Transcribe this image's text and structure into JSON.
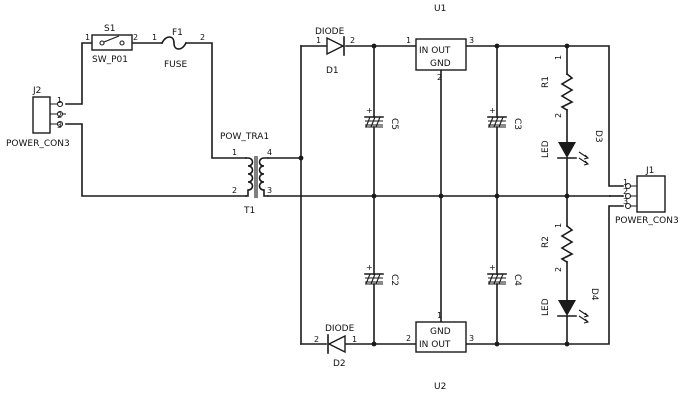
{
  "labels": {
    "u1": "U1",
    "u2": "U2",
    "j2": "J2",
    "j2_name": "POWER_CON3",
    "j1": "J1",
    "j1_name": "POWER_CON3",
    "s1": "S1",
    "s1_name": "SW_P01",
    "f1": "F1",
    "f1_name": "FUSE",
    "pow_tra": "POW_TRA1",
    "t1": "T1",
    "d1_type": "DIODE",
    "d1": "D1",
    "d2_type": "DIODE",
    "d2": "D2",
    "reg_top_inout": "IN OUT",
    "reg_top_gnd": "GND",
    "reg_bot_gnd": "GND",
    "reg_bot_inout": "IN OUT",
    "c5": "C5",
    "c3": "C3",
    "c2": "C2",
    "c4": "C4",
    "r1": "R1",
    "r2": "R2",
    "led1": "LED",
    "led2": "LED",
    "d3": "D3",
    "d4": "D4",
    "plus": "+"
  },
  "pins": {
    "p1": "1",
    "p2": "2",
    "p3": "3",
    "p4": "4"
  }
}
